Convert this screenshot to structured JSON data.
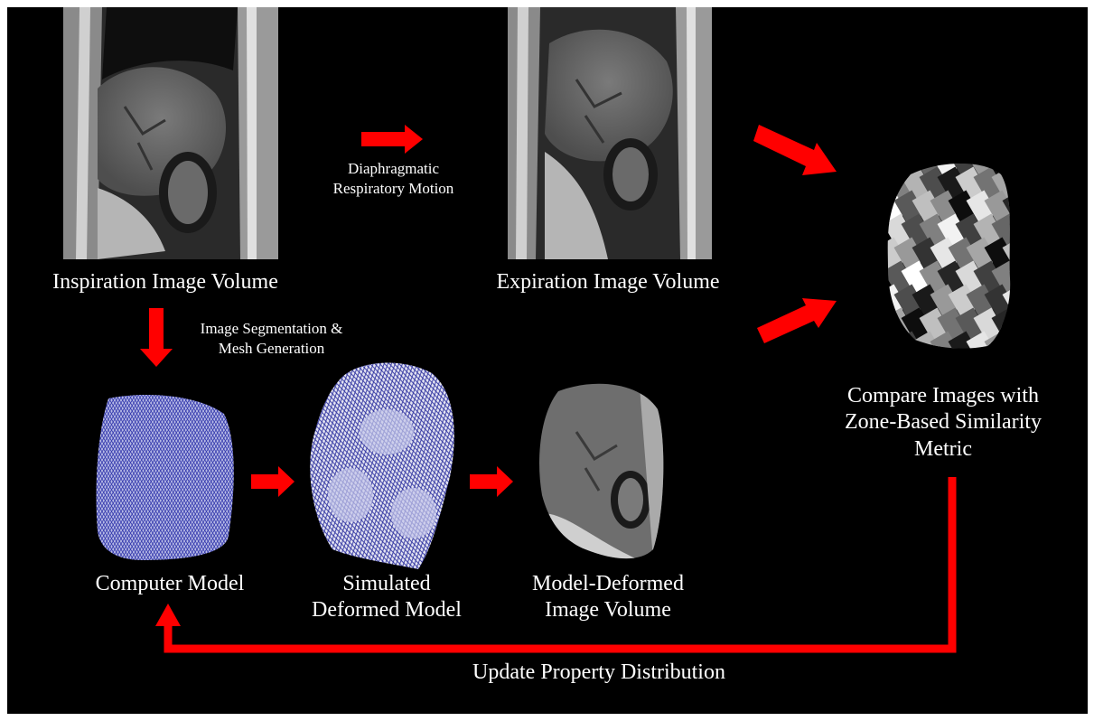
{
  "labels": {
    "inspiration": "Inspiration Image Volume",
    "expiration": "Expiration Image Volume",
    "motion_line1": "Diaphragmatic",
    "motion_line2": "Respiratory Motion",
    "segmentation_line1": "Image Segmentation &",
    "segmentation_line2": "Mesh Generation",
    "computer_model": "Computer Model",
    "simulated_line1": "Simulated",
    "simulated_line2": "Deformed Model",
    "model_deformed_line1": "Model-Deformed",
    "model_deformed_line2": "Image Volume",
    "compare_line1": "Compare Images with",
    "compare_line2": "Zone-Based Similarity",
    "compare_line3": "Metric",
    "update": "Update Property Distribution"
  },
  "colors": {
    "background": "#000000",
    "arrow": "#ff0000",
    "text": "#ffffff",
    "mesh_fill": "#b9bce6",
    "mesh_line": "#3a3fb0"
  },
  "icons": {
    "inspiration_image": "mri-liver-sagittal",
    "expiration_image": "mri-liver-sagittal",
    "computer_model": "mesh-liver-model",
    "simulated_model": "deformed-mesh-model",
    "model_deformed_image": "deformed-liver-image",
    "similarity_map": "zone-similarity-map"
  },
  "similarity_zones": [
    0.15,
    0.85,
    0.4,
    0.95,
    0.25,
    0.6,
    0.05,
    0.9,
    0.5,
    0.7,
    0.3,
    0.1,
    0.8,
    0.45,
    0.65,
    0.2,
    1.0,
    0.35,
    0.75,
    0.55,
    0.05,
    0.9,
    0.6,
    0.15,
    0.85,
    0.3,
    0.5,
    0.95,
    0.25,
    0.7,
    0.4,
    0.1,
    0.8,
    0.6,
    0.2,
    0.9,
    0.45,
    0.65,
    0.05,
    0.75,
    0.35,
    1.0,
    0.55,
    0.15,
    0.85,
    0.25,
    0.5,
    0.7,
    0.95,
    0.3,
    0.1,
    0.6,
    0.8,
    0.4,
    0.2,
    0.9,
    0.65,
    0.05,
    0.75,
    0.45,
    0.35,
    0.85,
    0.15,
    0.55,
    1.0,
    0.25,
    0.7,
    0.5,
    0.1,
    0.9,
    0.6,
    0.3
  ]
}
